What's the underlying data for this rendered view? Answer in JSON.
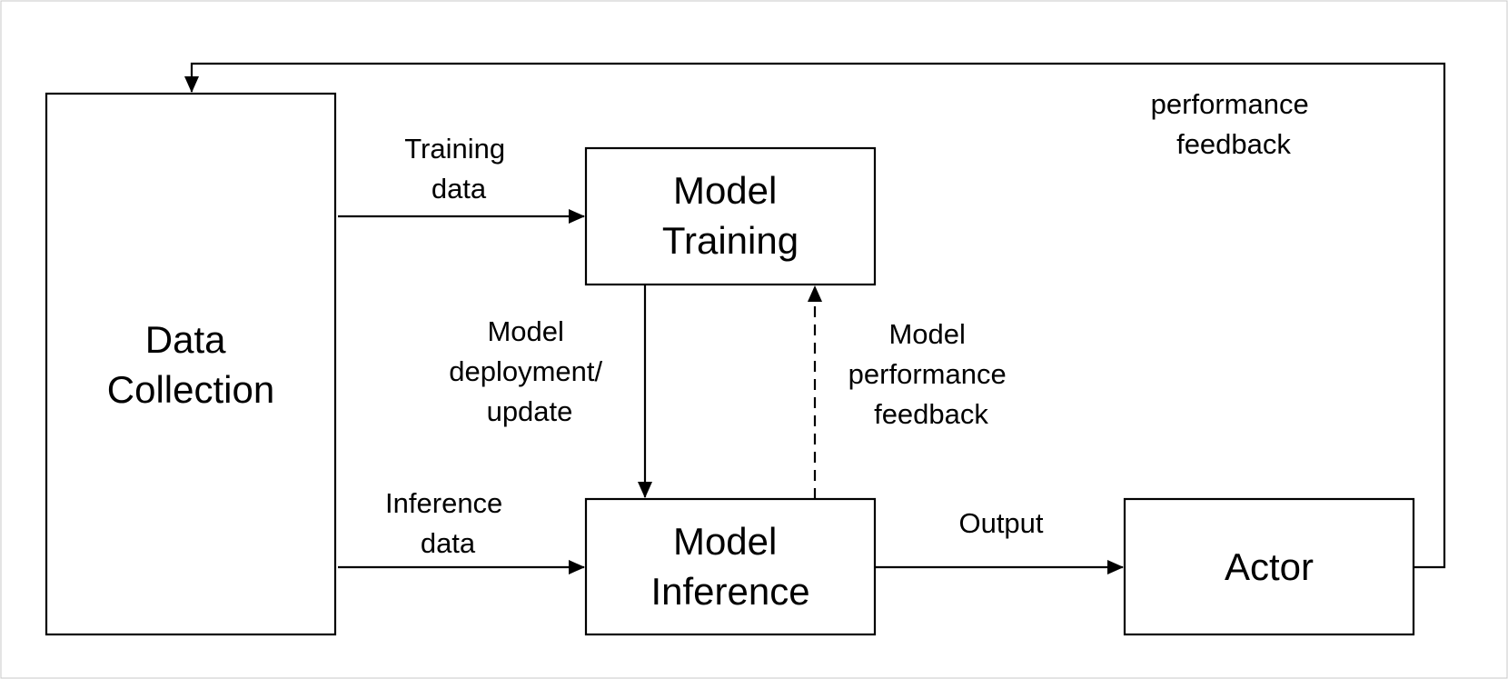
{
  "boxes": {
    "data_collection": [
      "Data",
      "Collection"
    ],
    "model_training": [
      "Model",
      "Training"
    ],
    "model_inference": [
      "Model",
      "Inference"
    ],
    "actor": [
      "Actor"
    ]
  },
  "edges": {
    "training_data": [
      "Training",
      "data"
    ],
    "inference_data": [
      "Inference",
      "data"
    ],
    "model_deployment": [
      "Model",
      "deployment/",
      "update"
    ],
    "model_performance_feedback": [
      "Model",
      "performance",
      "feedback"
    ],
    "output": [
      "Output"
    ],
    "performance_feedback": [
      "performance",
      "feedback"
    ]
  }
}
